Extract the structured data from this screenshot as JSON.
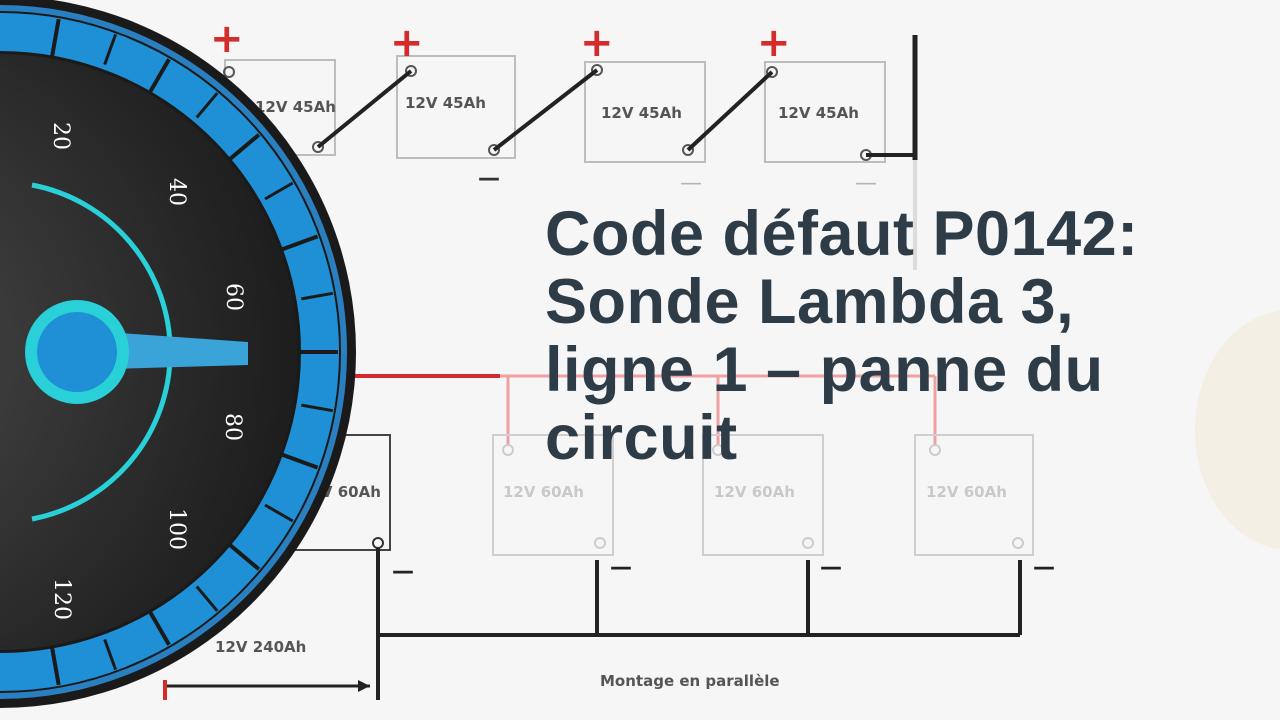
{
  "headline": {
    "line1": "Code défaut P0142:",
    "line2": "Sonde Lambda 3,",
    "line3": "ligne 1 – panne du",
    "line4": "circuit"
  },
  "diagram": {
    "series_batteries": [
      {
        "label": "12V 45Ah"
      },
      {
        "label": "12V 45Ah"
      },
      {
        "label": "12V 45Ah"
      },
      {
        "label": "12V 45Ah"
      }
    ],
    "parallel_batteries": [
      {
        "label": "12V 60Ah"
      },
      {
        "label": "12V 60Ah"
      },
      {
        "label": "12V 60Ah"
      },
      {
        "label": "12V 60Ah"
      }
    ],
    "total_label": "12V  240Ah",
    "caption": "Montage en parallèle",
    "plus_sign": "+",
    "minus_sign": "—"
  },
  "gauge": {
    "ticks": [
      "20",
      "40",
      "60",
      "80",
      "100",
      "120"
    ],
    "colors": {
      "dark": "#2b2b2b",
      "ring": "#1f8fd6",
      "accent": "#2ad0d8",
      "needle": "#3aa3d8"
    }
  }
}
